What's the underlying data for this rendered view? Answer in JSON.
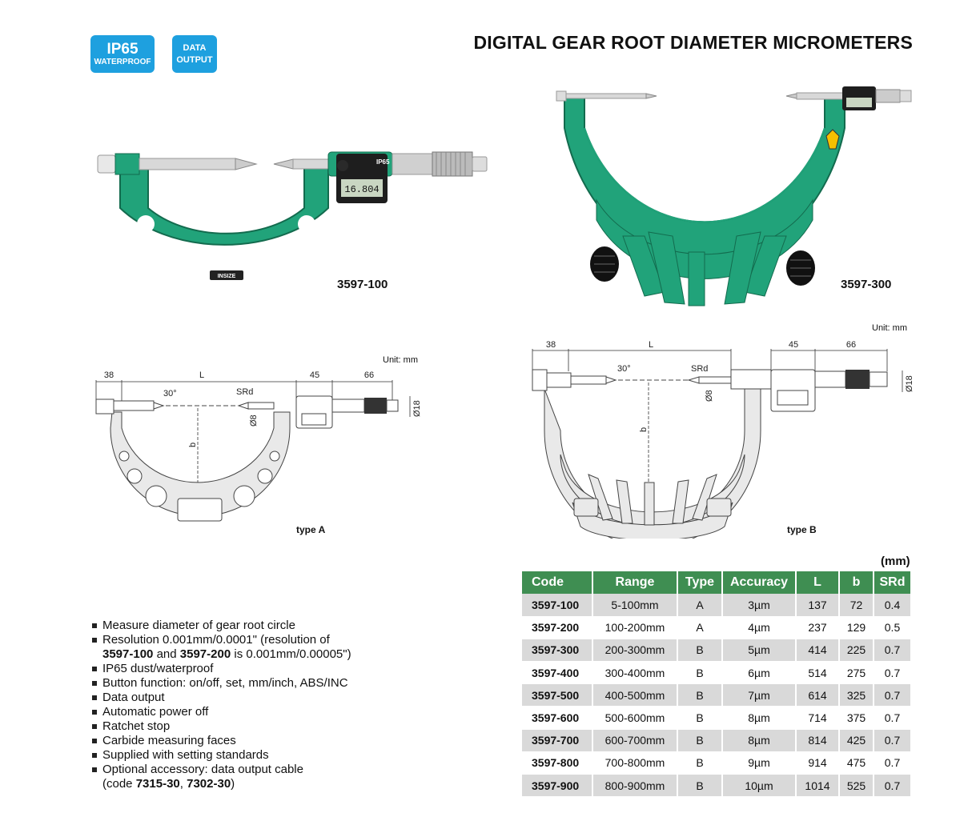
{
  "badges": {
    "ip_top": "IP65",
    "ip_bottom": "WATERPROOF",
    "data_top": "DATA",
    "data_bottom": "OUTPUT"
  },
  "title": "DIGITAL GEAR ROOT DIAMETER MICROMETERS",
  "photos": {
    "left_label": "3597-100",
    "right_label": "3597-300",
    "display_reading": "16.804",
    "brand": "INSIZE",
    "display_ip": "IP65"
  },
  "drawings": {
    "unit_left": "Unit: mm",
    "unit_right": "Unit: mm",
    "type_a": "type A",
    "type_b": "type B",
    "dims": {
      "d38": "38",
      "dL": "L",
      "d45": "45",
      "d66": "66",
      "angle": "30°",
      "srd": "SRd",
      "d8": "Ø8",
      "d18": "Ø18",
      "b": "b"
    }
  },
  "features": {
    "f1": "Measure diameter of gear root circle",
    "f2a": "Resolution 0.001mm/0.0001\" (resolution of",
    "f2b": "3597-100",
    "f2c": " and ",
    "f2d": "3597-200",
    "f2e": " is 0.001mm/0.00005\")",
    "f3": "IP65 dust/waterproof",
    "f4": "Button function: on/off, set, mm/inch, ABS/INC",
    "f5": "Data output",
    "f6": "Automatic power off",
    "f7": "Ratchet stop",
    "f8": "Carbide measuring faces",
    "f9": "Supplied with setting standards",
    "f10a": "Optional accessory: data output cable",
    "f10b": "(code ",
    "f10c": "7315-30",
    "f10d": ", ",
    "f10e": "7302-30",
    "f10f": ")"
  },
  "table": {
    "unit": "(mm)",
    "headers": [
      "Code",
      "Range",
      "Type",
      "Accuracy",
      "L",
      "b",
      "SRd"
    ],
    "rows": [
      [
        "3597-100",
        "5-100mm",
        "A",
        "3µm",
        "137",
        "72",
        "0.4"
      ],
      [
        "3597-200",
        "100-200mm",
        "A",
        "4µm",
        "237",
        "129",
        "0.5"
      ],
      [
        "3597-300",
        "200-300mm",
        "B",
        "5µm",
        "414",
        "225",
        "0.7"
      ],
      [
        "3597-400",
        "300-400mm",
        "B",
        "6µm",
        "514",
        "275",
        "0.7"
      ],
      [
        "3597-500",
        "400-500mm",
        "B",
        "7µm",
        "614",
        "325",
        "0.7"
      ],
      [
        "3597-600",
        "500-600mm",
        "B",
        "8µm",
        "714",
        "375",
        "0.7"
      ],
      [
        "3597-700",
        "600-700mm",
        "B",
        "8µm",
        "814",
        "425",
        "0.7"
      ],
      [
        "3597-800",
        "700-800mm",
        "B",
        "9µm",
        "914",
        "475",
        "0.7"
      ],
      [
        "3597-900",
        "800-900mm",
        "B",
        "10µm",
        "1014",
        "525",
        "0.7"
      ]
    ]
  },
  "colors": {
    "badge_blue": "#1ea0df",
    "frame_green": "#21a37a",
    "table_header_green": "#3f8e52",
    "row_gray": "#d9d9d9"
  }
}
